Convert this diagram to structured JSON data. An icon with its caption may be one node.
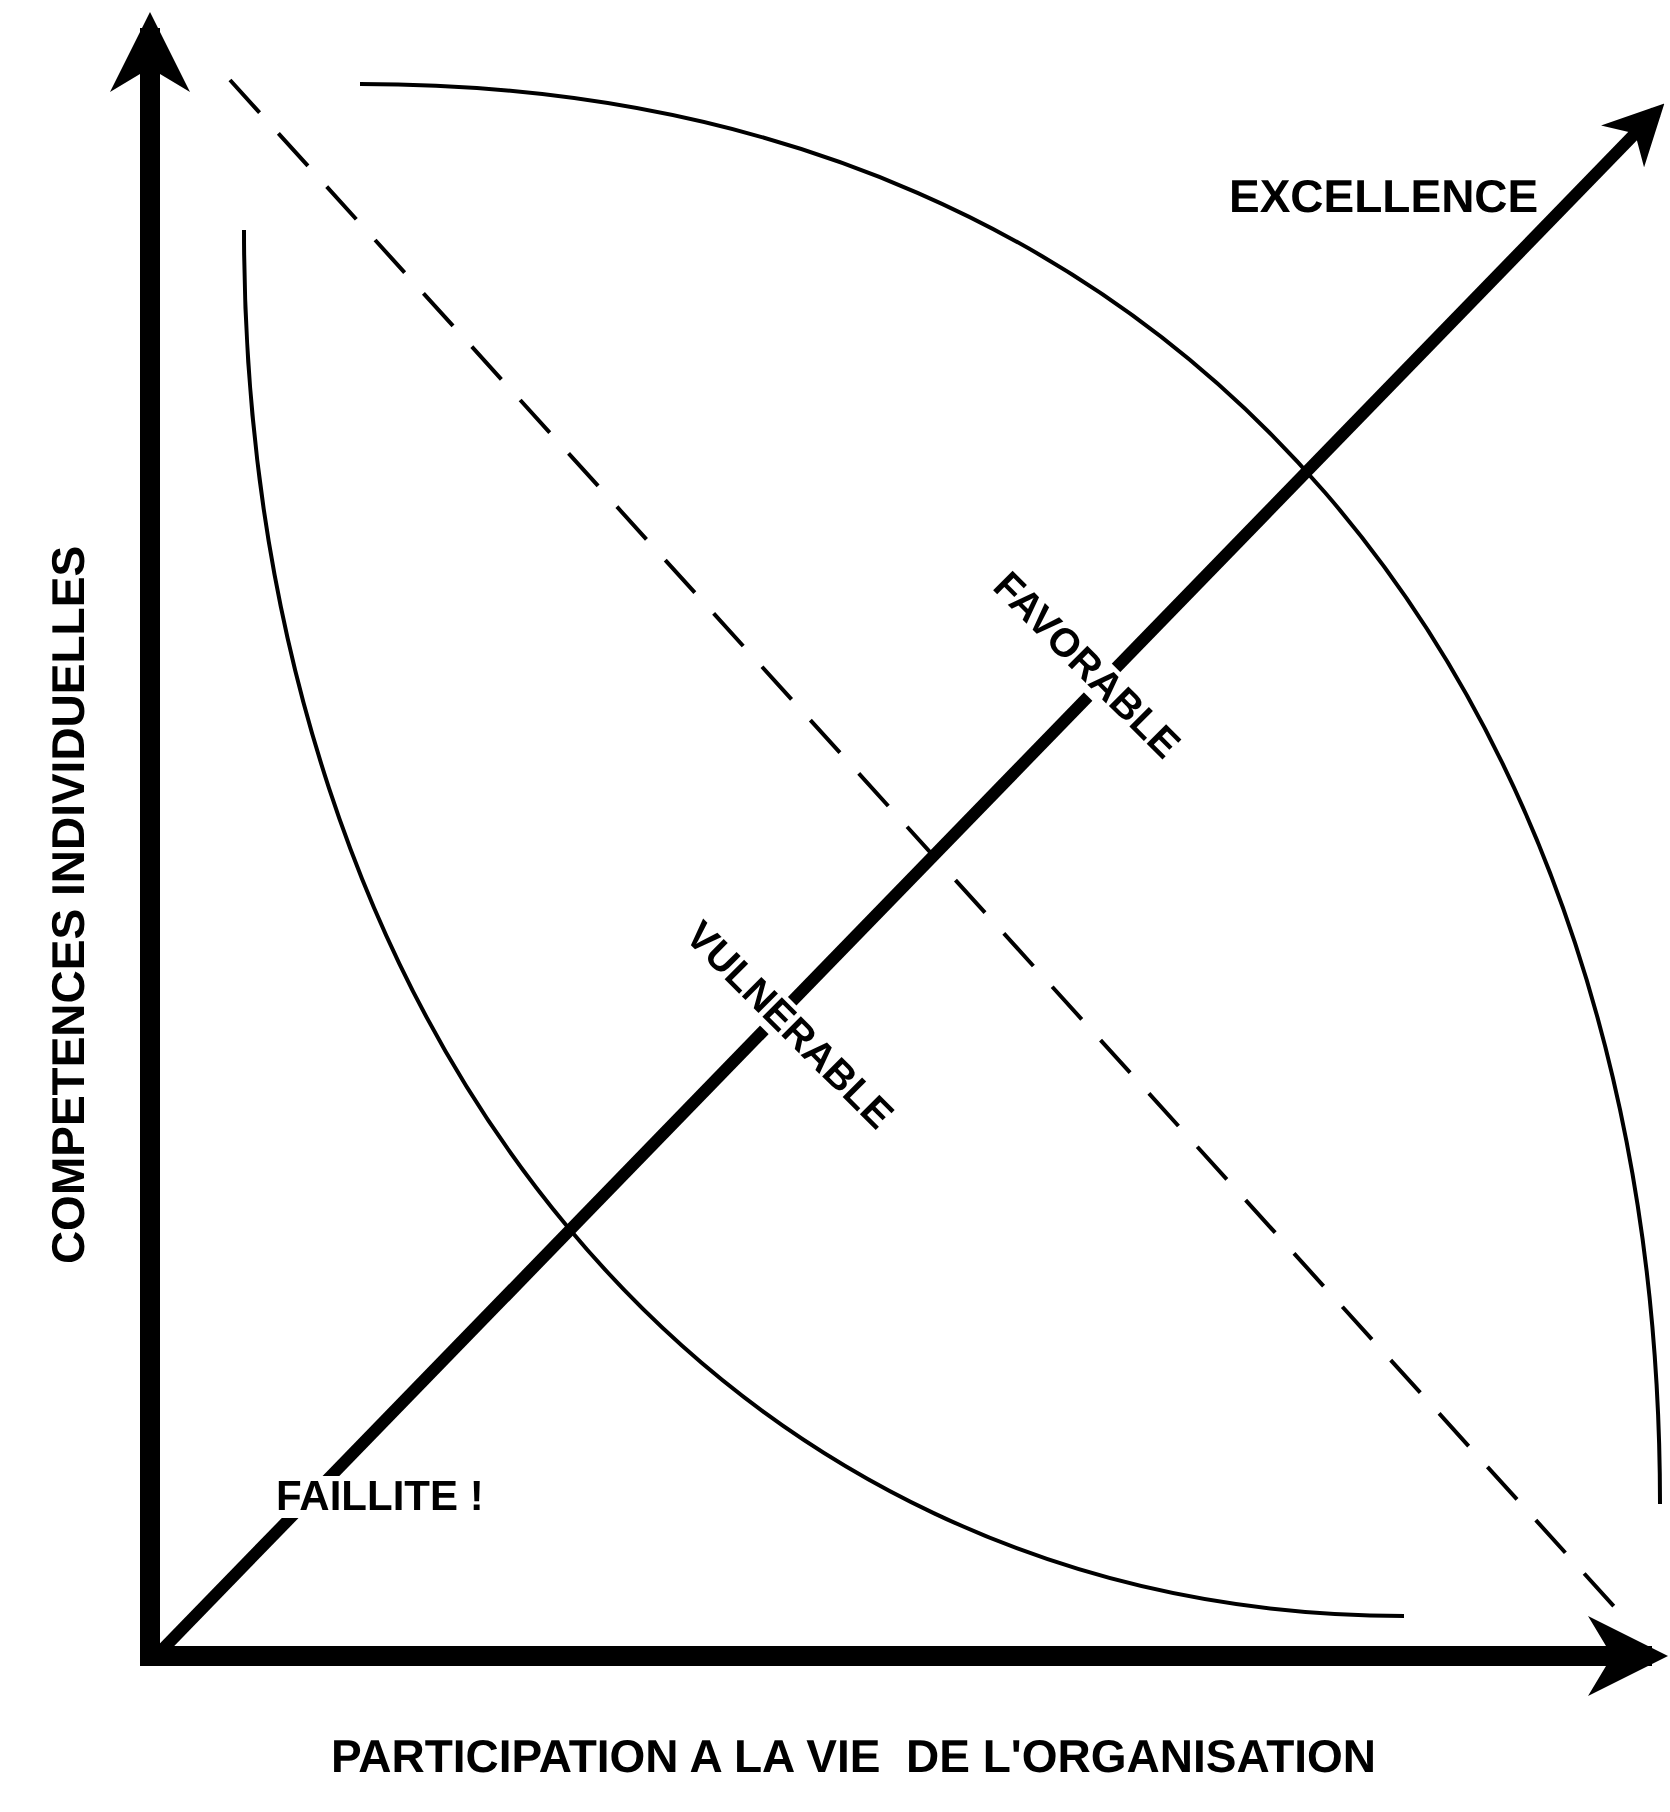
{
  "diagram": {
    "labels": [
      "COMPETENCES INDIVIDUELLES",
      "PARTICIPATION A LA VIE  DE L'ORGANISATION",
      "EXCELLENCE",
      "FAVORABLE",
      "VULNERABLE",
      "FAILLITE !"
    ]
  }
}
